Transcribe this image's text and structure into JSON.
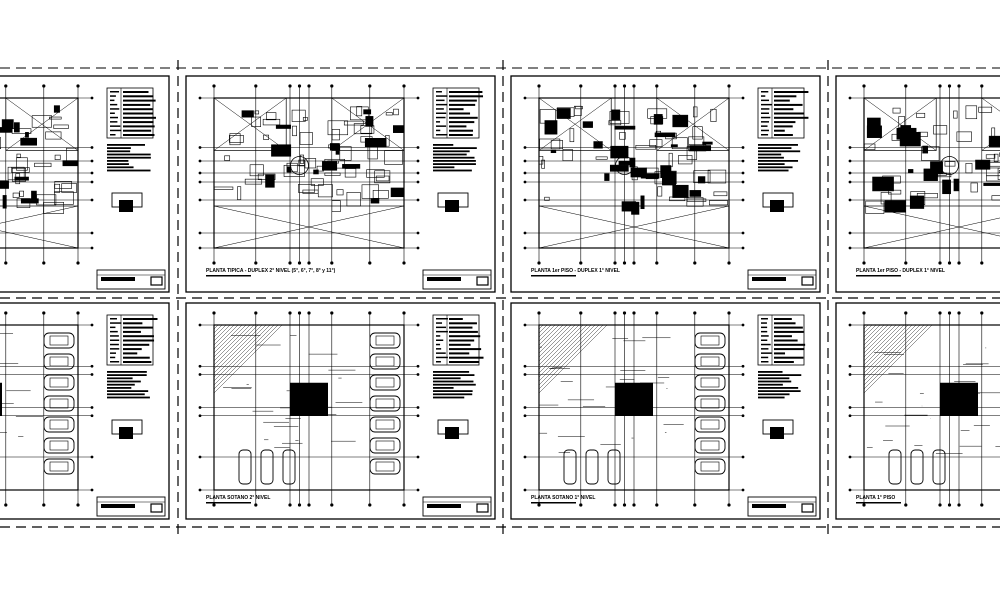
{
  "drawing": {
    "background": "#ffffff",
    "ink": "#000000",
    "sheets": [
      {
        "row": 0,
        "col": 0,
        "kind": "floor",
        "title": ""
      },
      {
        "row": 0,
        "col": 1,
        "kind": "floor",
        "title": "PLANTA TIPICA - DUPLEX 2° NIVEL (5°, 6°, 7°, 8° y 11°)"
      },
      {
        "row": 0,
        "col": 2,
        "kind": "floor",
        "title": "PLANTA 1er PISO - DUPLEX 1° NIVEL"
      },
      {
        "row": 0,
        "col": 3,
        "kind": "floor",
        "title": "PLANTA 1er PISO - DUPLEX 1° NIVEL"
      },
      {
        "row": 1,
        "col": 0,
        "kind": "parking",
        "title": ""
      },
      {
        "row": 1,
        "col": 1,
        "kind": "parking",
        "title": "PLANTA SOTANO 2° NIVEL"
      },
      {
        "row": 1,
        "col": 2,
        "kind": "parking",
        "title": "PLANTA SOTANO 1° NIVEL"
      },
      {
        "row": 1,
        "col": 3,
        "kind": "parking",
        "title": "PLANTA 1° PISO"
      }
    ]
  }
}
